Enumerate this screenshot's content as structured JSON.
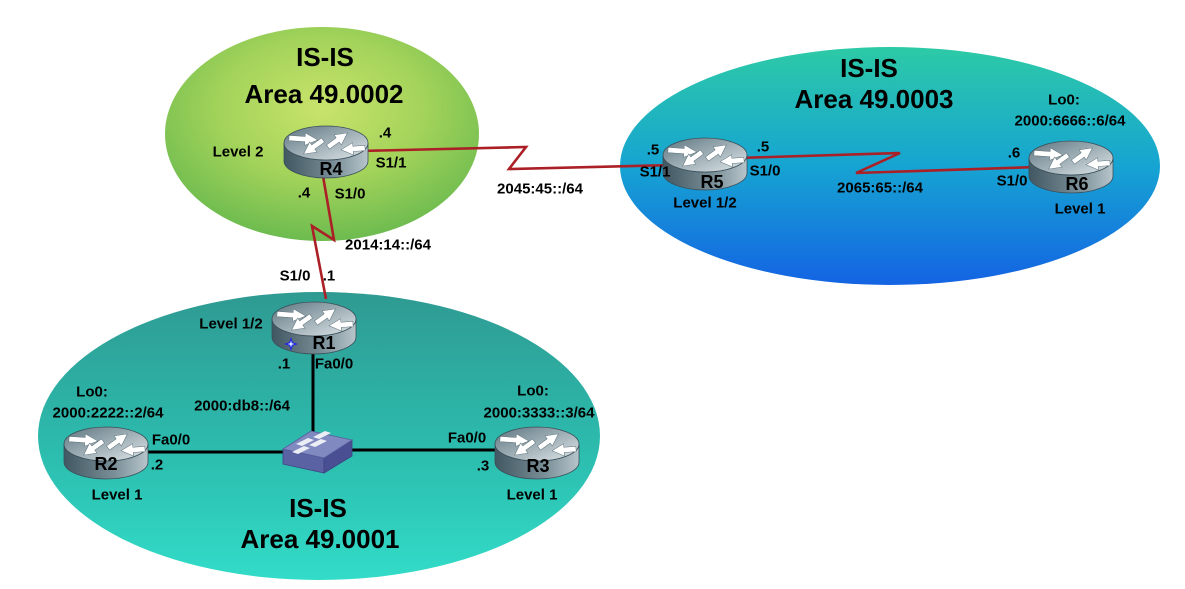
{
  "diagram": {
    "type": "network-topology",
    "protocol": "IS-IS"
  },
  "areas": {
    "area_49_0002": {
      "title_line1": "IS-IS",
      "title_line2": "Area 49.0002"
    },
    "area_49_0003": {
      "title_line1": "IS-IS",
      "title_line2": "Area 49.0003"
    },
    "area_49_0001": {
      "title_line1": "IS-IS",
      "title_line2": "Area 49.0001"
    }
  },
  "routers": {
    "r1": {
      "name": "R1",
      "level": "Level 1/2"
    },
    "r2": {
      "name": "R2",
      "level": "Level 1",
      "loopback_label": "Lo0:",
      "loopback_address": "2000:2222::2/64"
    },
    "r3": {
      "name": "R3",
      "level": "Level 1",
      "loopback_label": "Lo0:",
      "loopback_address": "2000:3333::3/64"
    },
    "r4": {
      "name": "R4",
      "level": "Level 2"
    },
    "r5": {
      "name": "R5",
      "level": "Level 1/2"
    },
    "r6": {
      "name": "R6",
      "level": "Level 1",
      "loopback_label": "Lo0:",
      "loopback_address": "2000:6666::6/64"
    }
  },
  "links": {
    "r4_r5": {
      "network": "2045:45::/64",
      "r4_interface": "S1/1",
      "r4_host": ".4",
      "r5_interface": "S1/1",
      "r5_host": ".5"
    },
    "r5_r6": {
      "network": "2065:65::/64",
      "r5_interface": "S1/0",
      "r5_host": ".5",
      "r6_interface": "S1/0",
      "r6_host": ".6"
    },
    "r4_r1": {
      "network": "2014:14::/64",
      "r4_interface": "S1/0",
      "r4_host": ".4",
      "r1_interface": "S1/0",
      "r1_host": ".1"
    },
    "lan": {
      "network": "2000:db8::/64",
      "r1_interface": "Fa0/0",
      "r1_host": ".1",
      "r2_interface": "Fa0/0",
      "r2_host": ".2",
      "r3_interface": "Fa0/0",
      "r3_host": ".3"
    }
  },
  "icons": {
    "router": "cisco-router-cylinder-with-arrows",
    "switch": "cisco-workgroup-switch-3d-box",
    "cursor_sparkle": "blue-4-point-star"
  },
  "colors": {
    "serial_link": "#ab2026",
    "ethernet_link": "#000000",
    "label_text": "#000000",
    "area2_inner": "#c9e36b",
    "area2_mid": "#a3d35a",
    "area2_outer": "#4fae49",
    "area3_top": "#2dcaa6",
    "area3_mid": "#16a4d2",
    "area3_bottom": "#1463e3",
    "area1_top": "#2f9a92",
    "area1_mid": "#2cbcae",
    "area1_bottom": "#32dcc8",
    "router_top_light": "#dfe7ea",
    "router_top_dark": "#5f7681",
    "router_side_dark": "#415761",
    "router_side_light": "#b7c5cb",
    "switch_top": "#8089c0",
    "switch_front": "#5a62a4",
    "switch_side": "#494f92",
    "sparkle_blue": "#2326e8"
  }
}
